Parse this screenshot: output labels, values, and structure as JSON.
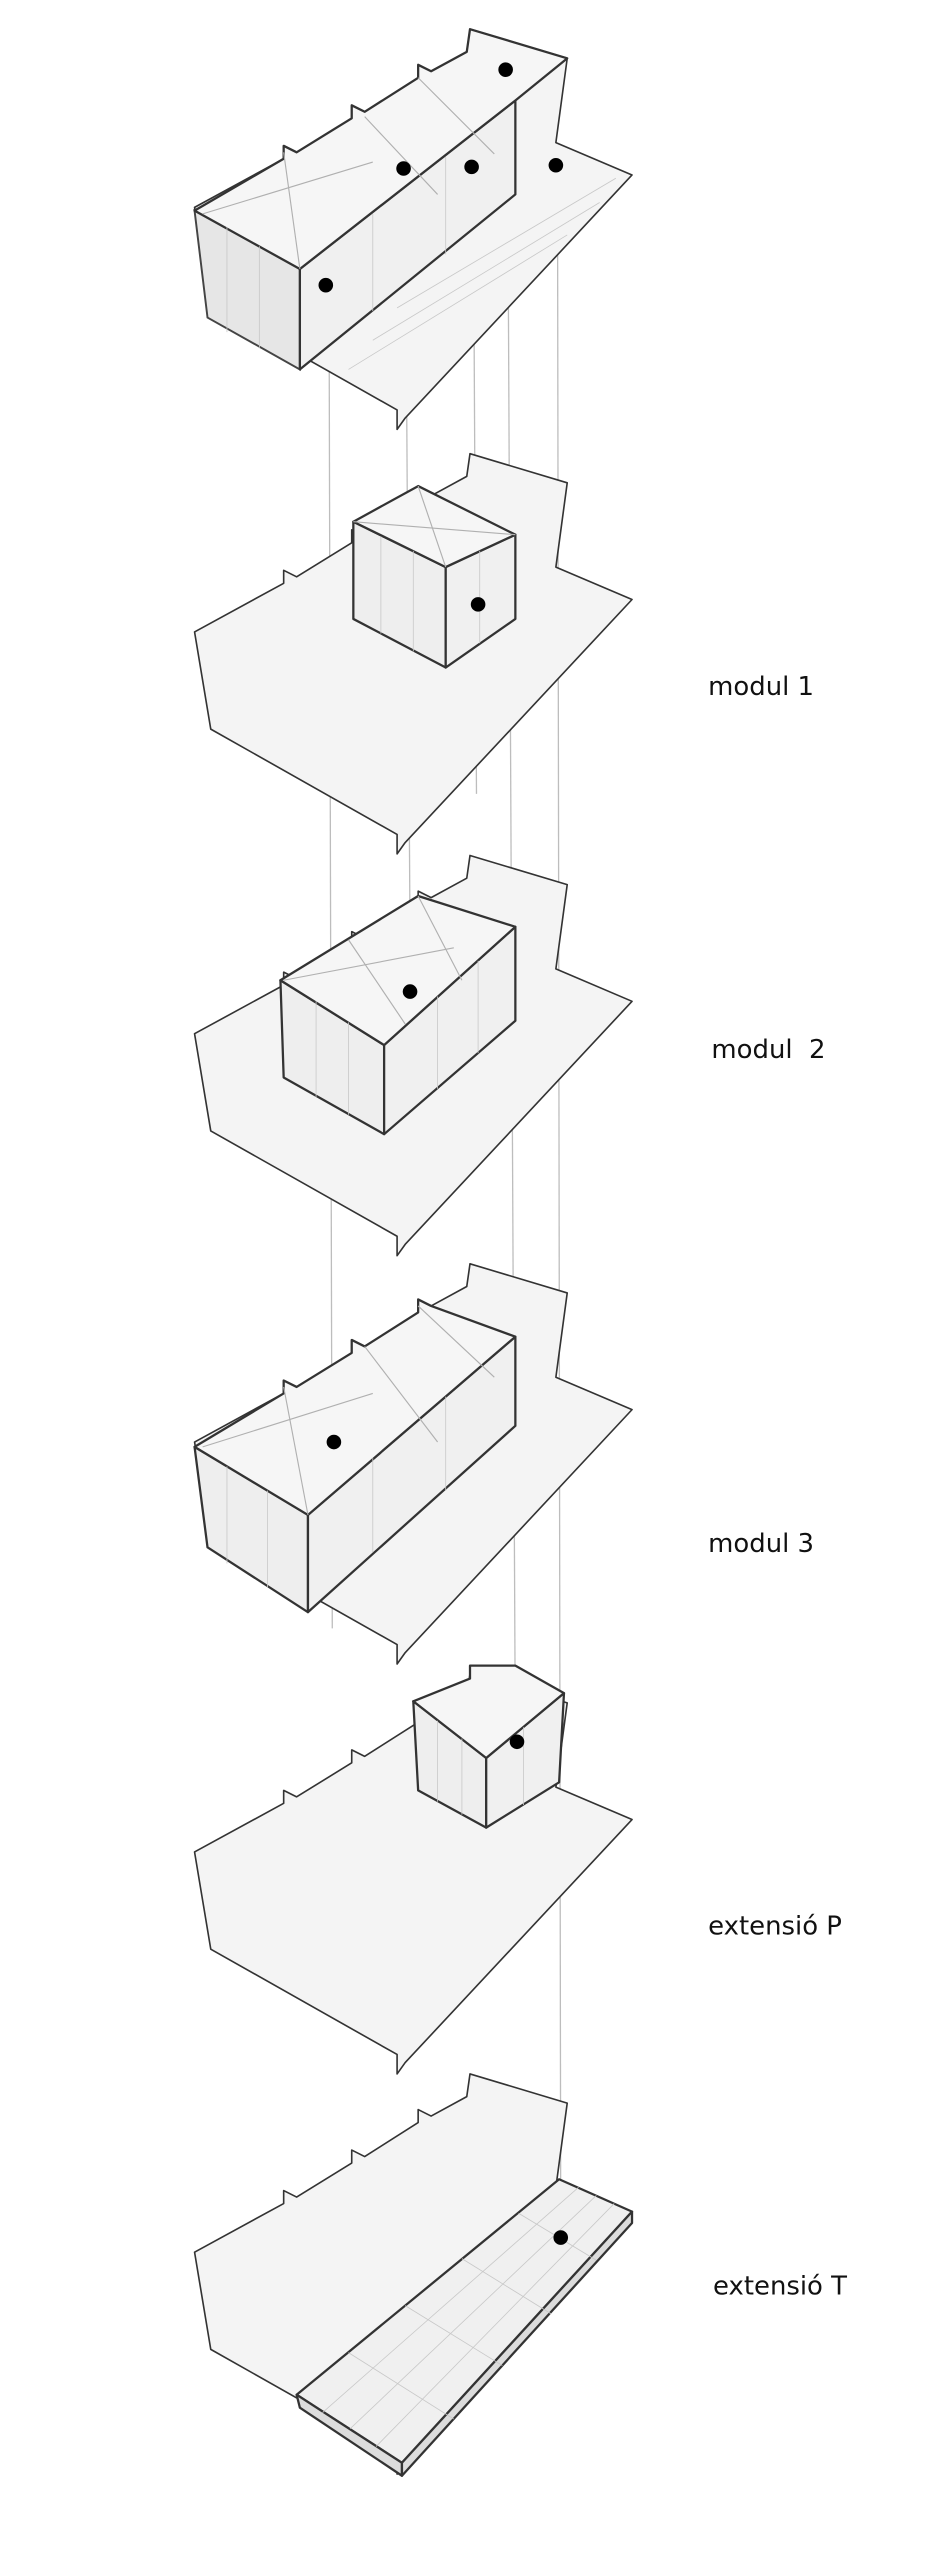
{
  "labels": {
    "modul1": "modul 1",
    "modul2": "modul  2",
    "modul3": "modul 3",
    "extensio_p": "extensió P",
    "extensio_t": "extensió T"
  },
  "colors": {
    "platform": "#f4f4f4",
    "outline": "#333333",
    "marker": "#000000",
    "connector": "#bdbdbd"
  }
}
